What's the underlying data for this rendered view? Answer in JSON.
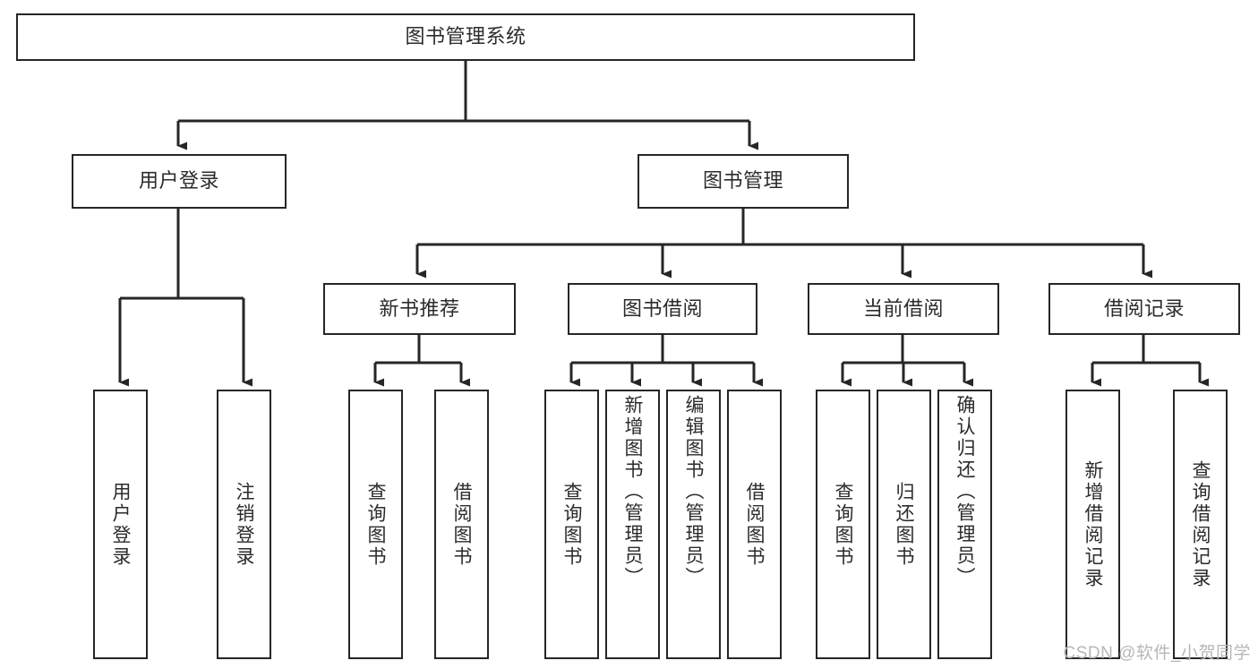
{
  "diagram": {
    "type": "tree-hierarchy",
    "title": "图书管理系统",
    "root": {
      "id": "root",
      "label": "图书管理系统"
    },
    "level2": [
      {
        "id": "user-login",
        "label": "用户登录"
      },
      {
        "id": "book-manage",
        "label": "图书管理"
      }
    ],
    "level3": [
      {
        "id": "new-book-recommend",
        "label": "新书推荐",
        "parent": "book-manage"
      },
      {
        "id": "book-borrow",
        "label": "图书借阅",
        "parent": "book-manage"
      },
      {
        "id": "current-borrow",
        "label": "当前借阅",
        "parent": "book-manage"
      },
      {
        "id": "borrow-record",
        "label": "借阅记录",
        "parent": "book-manage"
      }
    ],
    "leaves": [
      {
        "id": "leaf-user-login",
        "label": "用户登录",
        "parent": "user-login",
        "align": "center"
      },
      {
        "id": "leaf-logout",
        "label": "注销登录",
        "parent": "user-login",
        "align": "center"
      },
      {
        "id": "leaf-query-book-1",
        "label": "查询图书",
        "parent": "new-book-recommend",
        "align": "center"
      },
      {
        "id": "leaf-borrow-book-1",
        "label": "借阅图书",
        "parent": "new-book-recommend",
        "align": "center"
      },
      {
        "id": "leaf-query-book-2",
        "label": "查询图书",
        "parent": "book-borrow",
        "align": "center"
      },
      {
        "id": "leaf-add-book",
        "label": "新增图书（管理员）",
        "parent": "book-borrow",
        "align": "top"
      },
      {
        "id": "leaf-edit-book",
        "label": "编辑图书（管理员）",
        "parent": "book-borrow",
        "align": "top"
      },
      {
        "id": "leaf-borrow-book-2",
        "label": "借阅图书",
        "parent": "book-borrow",
        "align": "center"
      },
      {
        "id": "leaf-query-book-3",
        "label": "查询图书",
        "parent": "current-borrow",
        "align": "center"
      },
      {
        "id": "leaf-return-book",
        "label": "归还图书",
        "parent": "current-borrow",
        "align": "center"
      },
      {
        "id": "leaf-confirm-return",
        "label": "确认归还（管理员）",
        "parent": "current-borrow",
        "align": "top"
      },
      {
        "id": "leaf-add-record",
        "label": "新增借阅记录",
        "parent": "borrow-record",
        "align": "center"
      },
      {
        "id": "leaf-query-record",
        "label": "查询借阅记录",
        "parent": "borrow-record",
        "align": "center"
      }
    ]
  },
  "watermark": {
    "text": "CSDN @软件_小贺同学"
  },
  "colors": {
    "stroke": "#262626",
    "text": "#2b2b2b",
    "background": "#ffffff",
    "watermark": "#b7b7b7"
  }
}
